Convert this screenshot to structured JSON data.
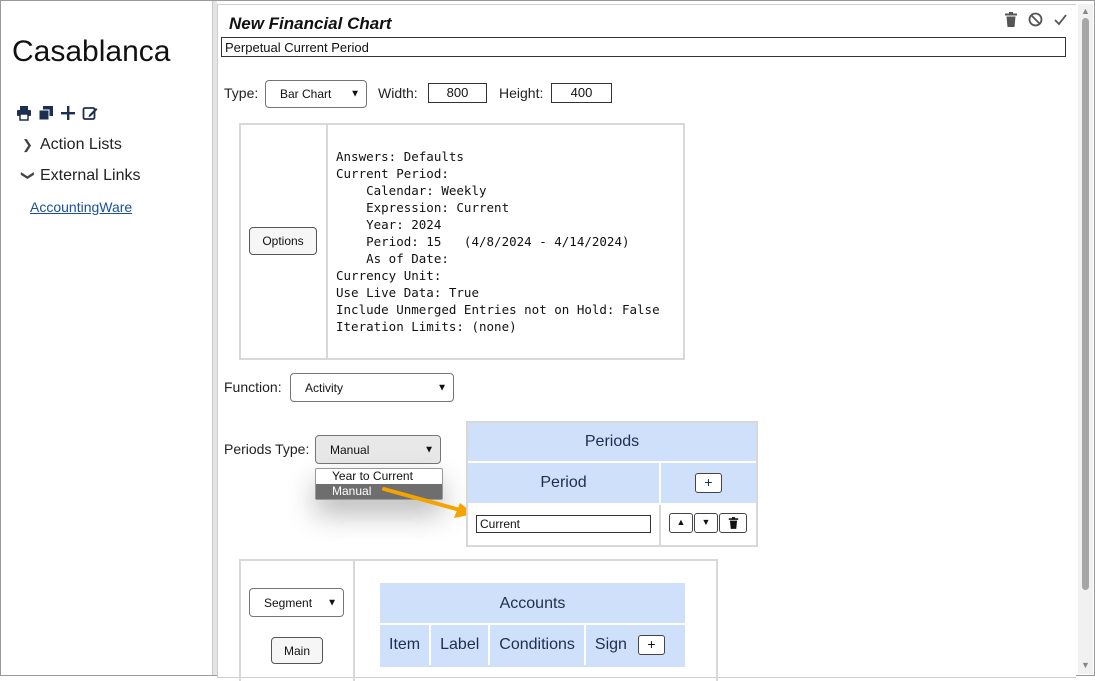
{
  "sidebar": {
    "brand": "Casablanca",
    "icons": [
      "print-icon",
      "copy-icon",
      "plus-icon",
      "edit-icon"
    ],
    "items": [
      {
        "label": "Action Lists",
        "state": "collapsed"
      },
      {
        "label": "External Links",
        "state": "expanded"
      }
    ],
    "link": "AccountingWare"
  },
  "header": {
    "title": "New Financial Chart",
    "icons": [
      "trash-icon",
      "cancel-icon",
      "check-icon"
    ]
  },
  "form": {
    "name_value": "Perpetual Current Period",
    "type_label": "Type:",
    "type_value": "Bar Chart",
    "width_label": "Width:",
    "width_value": "800",
    "height_label": "Height:",
    "height_value": "400",
    "options_button": "Options",
    "options_text": "Answers: Defaults\nCurrent Period:\n    Calendar: Weekly\n    Expression: Current\n    Year: 2024\n    Period: 15   (4/8/2024 - 4/14/2024)\n    As of Date:\nCurrency Unit:\nUse Live Data: True\nInclude Unmerged Entries not on Hold: False\nIteration Limits: (none)",
    "function_label": "Function:",
    "function_value": "Activity",
    "periods_type_label": "Periods Type:",
    "periods_type_value": "Manual",
    "periods_type_options": [
      "Year to Current",
      "Manual"
    ]
  },
  "periods": {
    "title": "Periods",
    "column": "Period",
    "add": "+",
    "row_value": "Current",
    "row_buttons": [
      "move-up-icon",
      "move-down-icon",
      "trash-icon"
    ]
  },
  "segment": {
    "select_value": "Segment",
    "main_button": "Main"
  },
  "accounts": {
    "title": "Accounts",
    "columns": [
      "Item",
      "Label",
      "Conditions",
      "Sign"
    ],
    "add": "+"
  },
  "colors": {
    "header_blue": "#cfe0fb",
    "arrow": "#f4a300",
    "link": "#1a4f9c"
  }
}
